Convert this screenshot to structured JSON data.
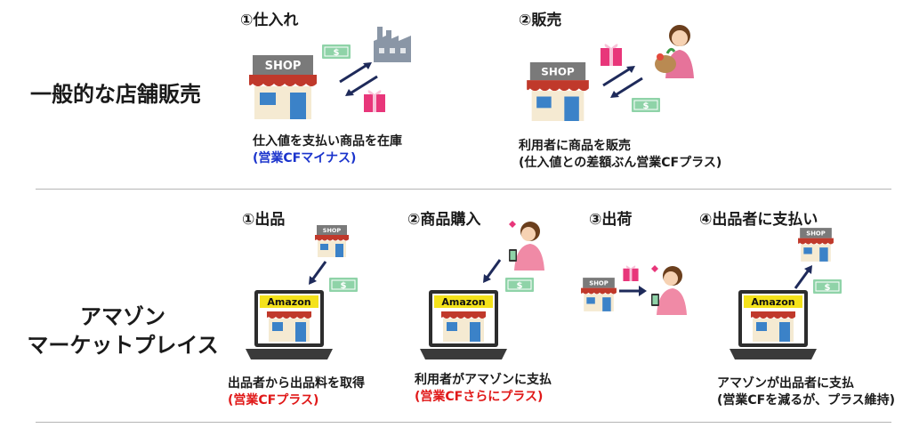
{
  "general": {
    "row_label": "一般的な店舗販売",
    "step1": {
      "title": "①仕入れ",
      "caption": "仕入値を支払い商品を在庫",
      "note": "(営業CFマイナス)"
    },
    "step2": {
      "title": "②販売",
      "caption": "利用者に商品を販売",
      "note": "(仕入値との差額ぶん営業CFプラス)"
    }
  },
  "amazon": {
    "row_label_line1": "アマゾン",
    "row_label_line2": "マーケットプレイス",
    "step1": {
      "title": "①出品",
      "caption": "出品者から出品料を取得",
      "note": "(営業CFプラス)"
    },
    "step2": {
      "title": "②商品購入",
      "caption": "利用者がアマゾンに支払",
      "note": "(営業CFさらにプラス)"
    },
    "step3": {
      "title": "③出荷"
    },
    "step4": {
      "title": "④出品者に支払い",
      "caption": "アマゾンが出品者に支払",
      "note": "(営業CFを減るが、プラス維持)"
    }
  },
  "labels": {
    "shop": "SHOP",
    "amazon": "Amazon",
    "dollar": "$"
  },
  "colors": {
    "shop_awning": "#c0392b",
    "money": "#8fd3a8",
    "gift": "#e8367a",
    "factory": "#8a96a6",
    "laptop": "#2d2d2d",
    "amazon_bar": "#f4e21a",
    "arrow": "#1e2a5a",
    "minus": "#1a33cc",
    "plus": "#e01818"
  }
}
